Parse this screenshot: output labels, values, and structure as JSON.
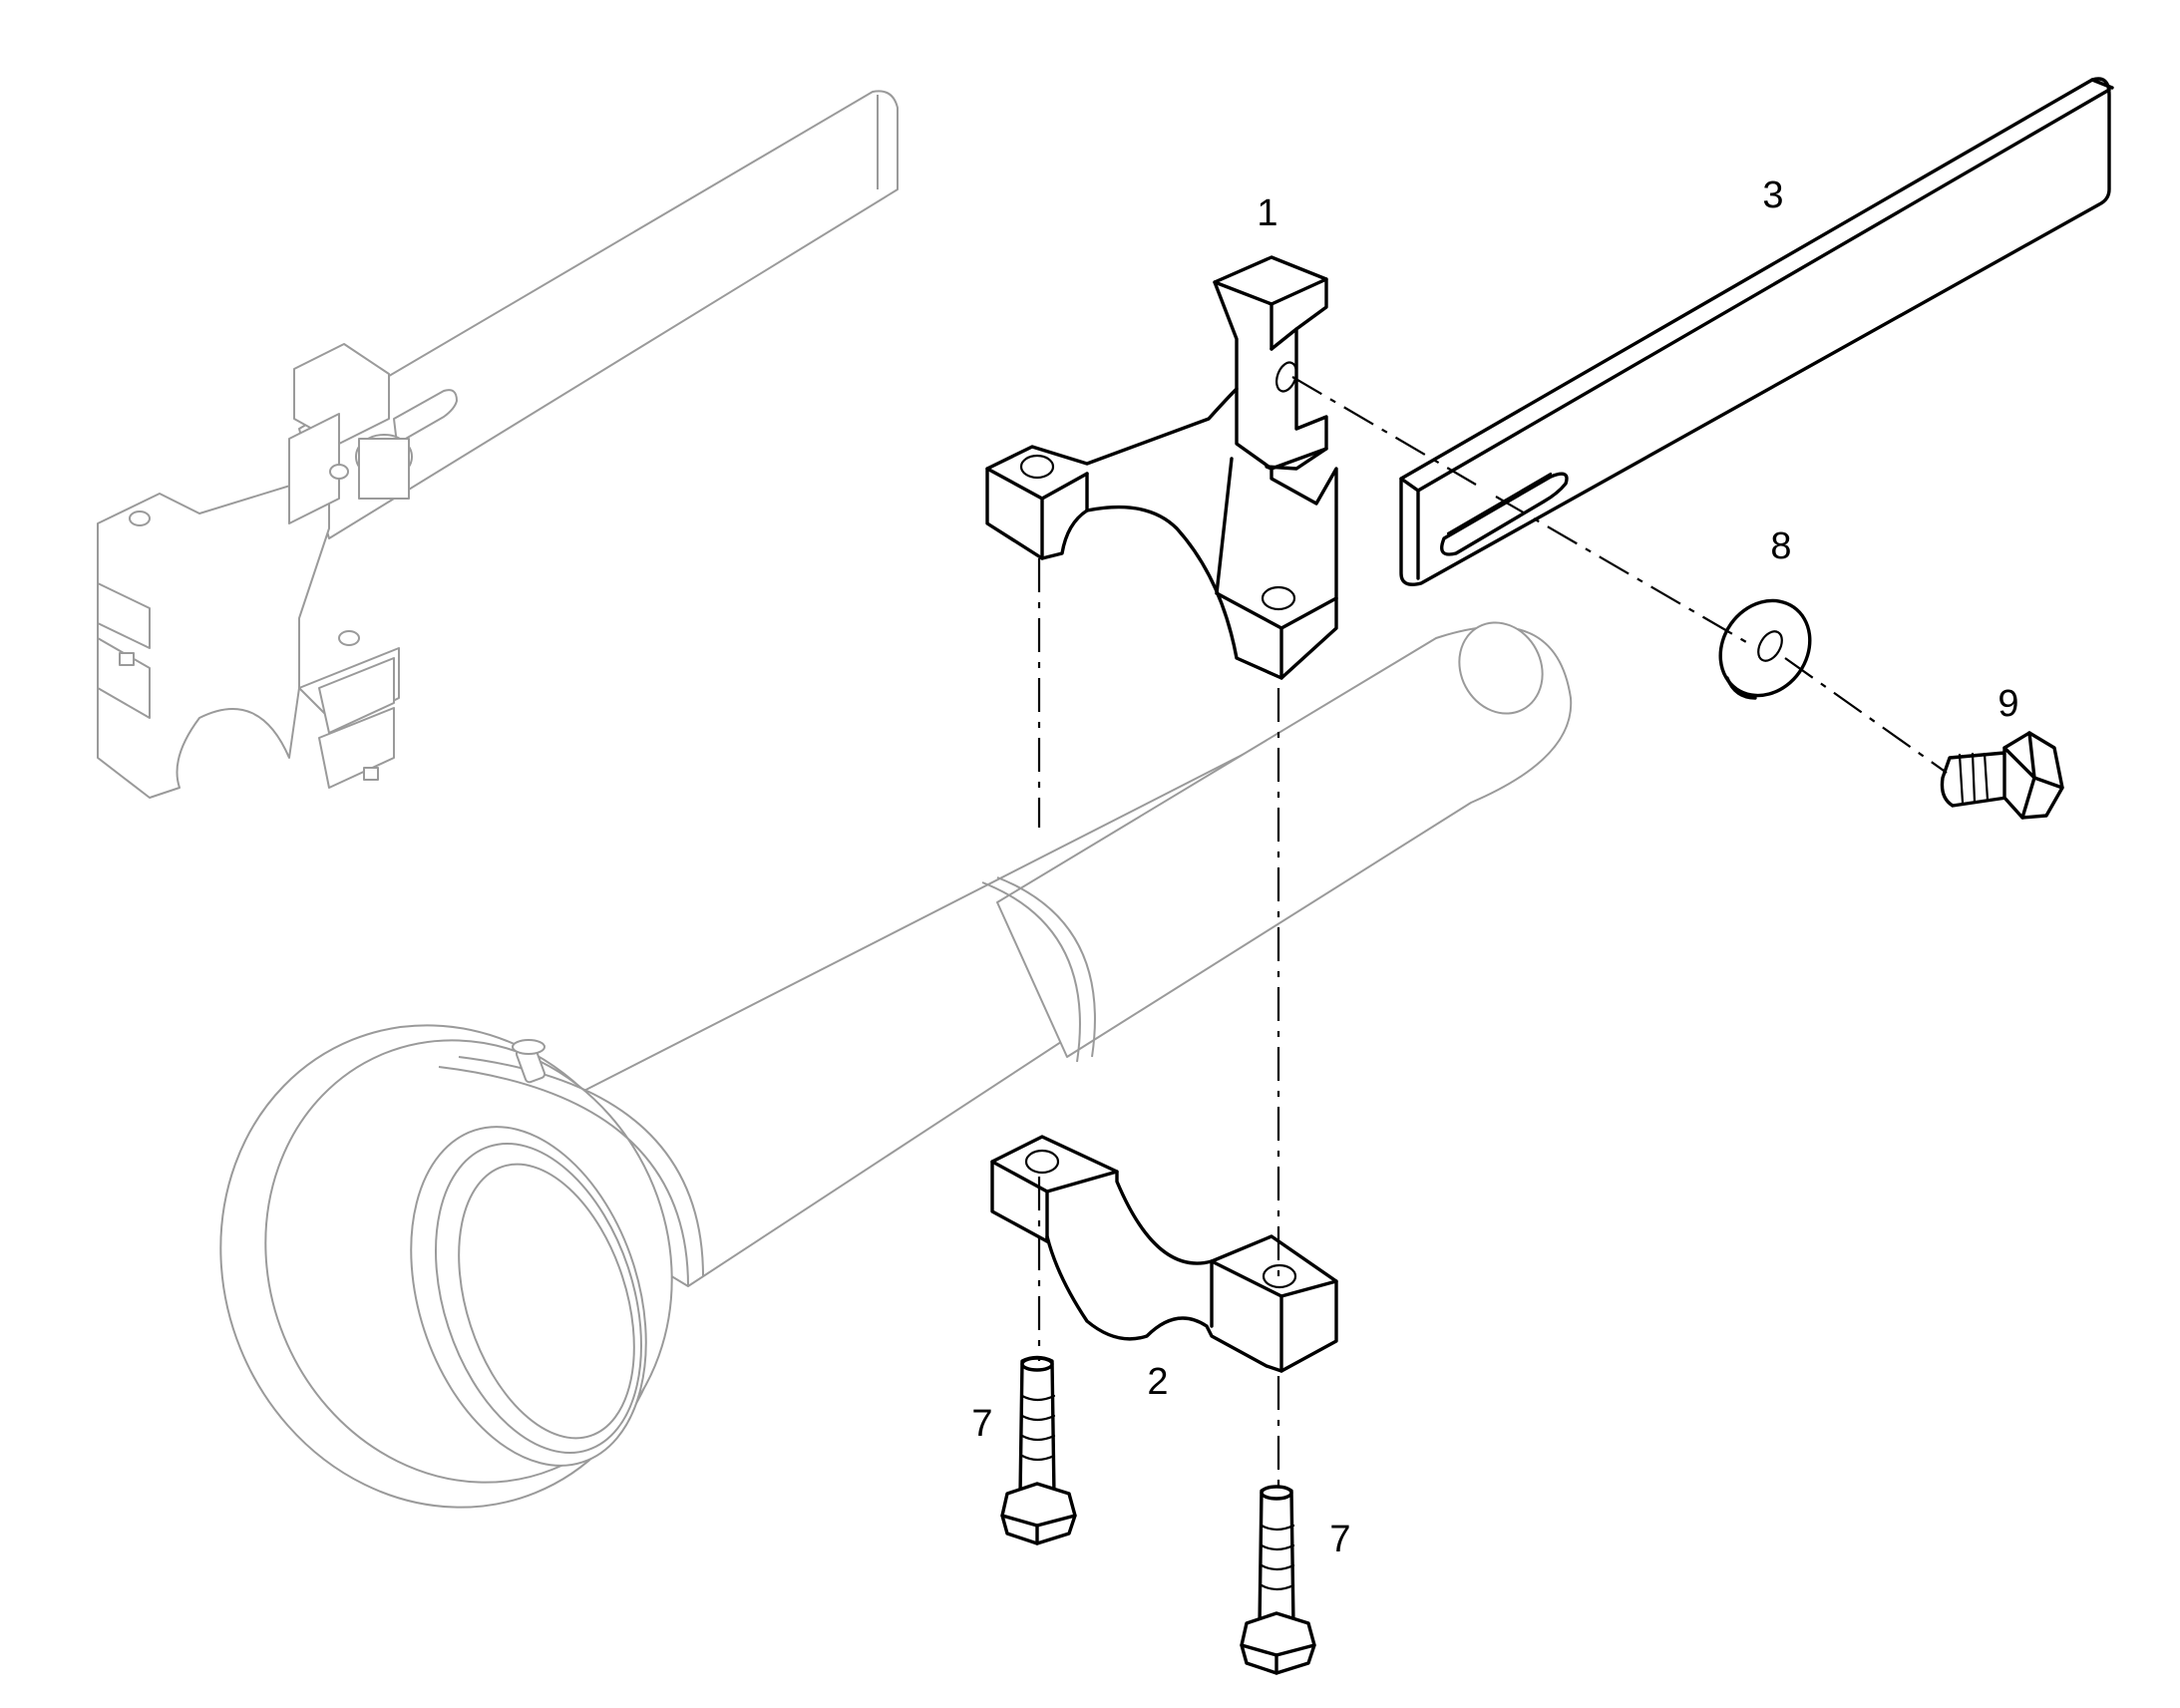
{
  "callouts": {
    "p1": "1",
    "p2": "2",
    "p3": "3",
    "p7a": "7",
    "p7b": "7",
    "p8": "8",
    "p9": "9"
  },
  "colors": {
    "background": "#ffffff",
    "part_outline": "#000000",
    "context_outline": "#9a9a9a"
  }
}
